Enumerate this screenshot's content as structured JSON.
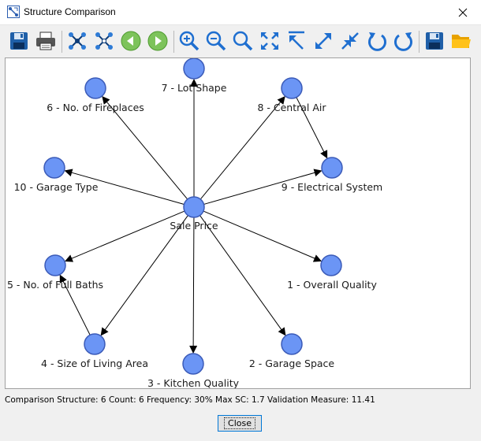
{
  "window": {
    "title": "Structure Comparison"
  },
  "toolbar": {
    "buttons": [
      {
        "name": "save-image-button",
        "icon": "floppy-disk-icon"
      },
      {
        "name": "print-button",
        "icon": "printer-icon"
      },
      {
        "name": "layout-graph-button",
        "icon": "graph-nodes-icon"
      },
      {
        "name": "layout-graph-alt-button",
        "icon": "graph-nodes-alt-icon"
      },
      {
        "name": "back-button",
        "icon": "green-arrow-left-icon"
      },
      {
        "name": "forward-button",
        "icon": "green-arrow-right-icon"
      },
      {
        "name": "zoom-in-button",
        "icon": "zoom-in-icon"
      },
      {
        "name": "zoom-out-button",
        "icon": "zoom-out-icon"
      },
      {
        "name": "zoom-button",
        "icon": "magnifier-icon"
      },
      {
        "name": "fit-to-window-button",
        "icon": "fit-arrows-icon"
      },
      {
        "name": "top-left-button",
        "icon": "arrow-top-left-icon"
      },
      {
        "name": "expand-button",
        "icon": "expand-icon"
      },
      {
        "name": "collapse-button",
        "icon": "collapse-icon"
      },
      {
        "name": "rotate-left-button",
        "icon": "rotate-left-icon"
      },
      {
        "name": "rotate-right-button",
        "icon": "rotate-right-icon"
      },
      {
        "name": "save-button",
        "icon": "floppy-disk-icon"
      },
      {
        "name": "open-folder-button",
        "icon": "folder-icon"
      }
    ]
  },
  "graph": {
    "colors": {
      "node_fill": "#6b95f5",
      "node_stroke": "#3b5bb8",
      "edge": "#000000"
    },
    "nodes": [
      {
        "id": "sale",
        "label": "Sale Price"
      },
      {
        "id": "n7",
        "label": "7 - Lot Shape"
      },
      {
        "id": "n6",
        "label": "6 - No. of Fireplaces"
      },
      {
        "id": "n8",
        "label": "8 - Central Air"
      },
      {
        "id": "n10",
        "label": "10 - Garage Type"
      },
      {
        "id": "n9",
        "label": "9 - Electrical System"
      },
      {
        "id": "n5",
        "label": "5 - No. of Full Baths"
      },
      {
        "id": "n1",
        "label": "1 - Overall Quality"
      },
      {
        "id": "n4",
        "label": "4 - Size of Living Area"
      },
      {
        "id": "n2",
        "label": "2 - Garage Space"
      },
      {
        "id": "n3",
        "label": "3 - Kitchen Quality"
      }
    ],
    "edges": [
      {
        "from": "sale",
        "to": "n7"
      },
      {
        "from": "sale",
        "to": "n6"
      },
      {
        "from": "sale",
        "to": "n8"
      },
      {
        "from": "sale",
        "to": "n10"
      },
      {
        "from": "sale",
        "to": "n9"
      },
      {
        "from": "sale",
        "to": "n5"
      },
      {
        "from": "sale",
        "to": "n1"
      },
      {
        "from": "sale",
        "to": "n4"
      },
      {
        "from": "sale",
        "to": "n2"
      },
      {
        "from": "sale",
        "to": "n3"
      },
      {
        "from": "n8",
        "to": "n9"
      },
      {
        "from": "n4",
        "to": "n5"
      }
    ]
  },
  "status": {
    "text": "Comparison Structure: 6 Count: 6 Frequency: 30% Max SC: 1.7 Validation Measure: 11.41"
  },
  "buttons": {
    "close_label": "Close"
  }
}
